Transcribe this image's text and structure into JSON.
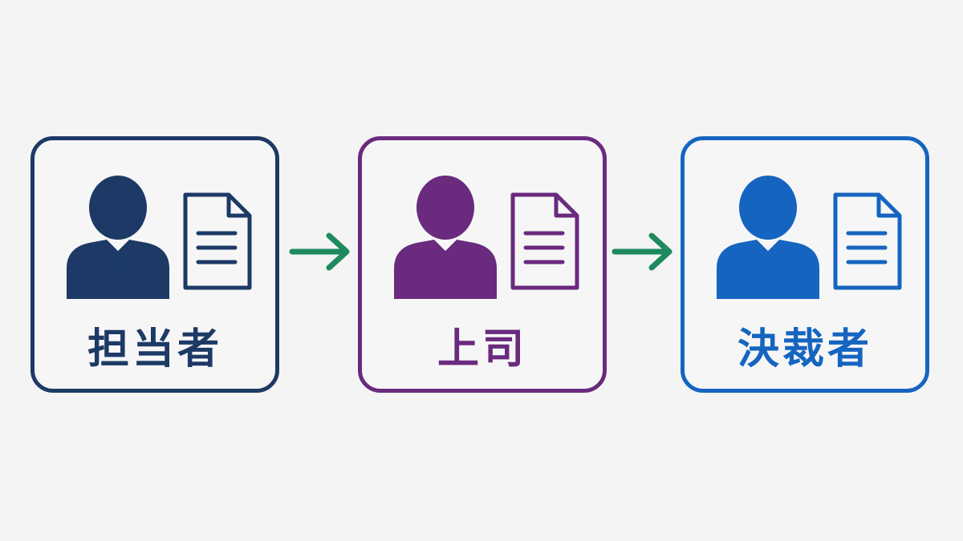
{
  "steps": [
    {
      "label": "担当者",
      "color": "#1d3a66",
      "icon": "businessperson-icon",
      "doc_icon": "document-icon"
    },
    {
      "label": "上司",
      "color": "#6a2a7e",
      "icon": "businessperson-icon",
      "doc_icon": "document-icon"
    },
    {
      "label": "決裁者",
      "color": "#1565c0",
      "icon": "businessperson-icon",
      "doc_icon": "document-icon"
    }
  ],
  "arrow_color": "#1e8a5e",
  "arrow_icon": "arrow-right-icon"
}
